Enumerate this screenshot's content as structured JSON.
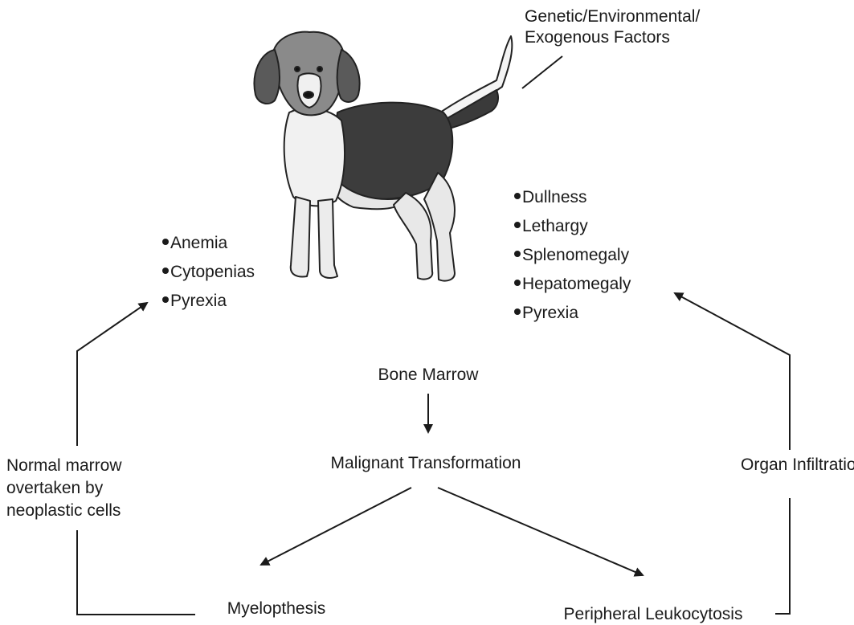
{
  "factors": {
    "line1": "Genetic/Environmental/",
    "line2": "Exogenous Factors"
  },
  "left_signs": [
    "Anemia",
    "Cytopenias",
    "Pyrexia"
  ],
  "right_signs": [
    "Dullness",
    "Lethargy",
    "Splenomegaly",
    "Hepatomegaly",
    "Pyrexia"
  ],
  "nodes": {
    "bone_marrow": "Bone Marrow",
    "malignant_transformation": "Malignant Transformation",
    "myelopthesis": "Myelopthesis",
    "peripheral_leukocytosis": "Peripheral Leukocytosis",
    "organ_infiltration": "Organ Infiltration"
  },
  "normal_marrow": {
    "line1": "Normal marrow",
    "line2": "overtaken by",
    "line3": "neoplastic cells"
  },
  "illustration": "beagle-dog-illustration"
}
